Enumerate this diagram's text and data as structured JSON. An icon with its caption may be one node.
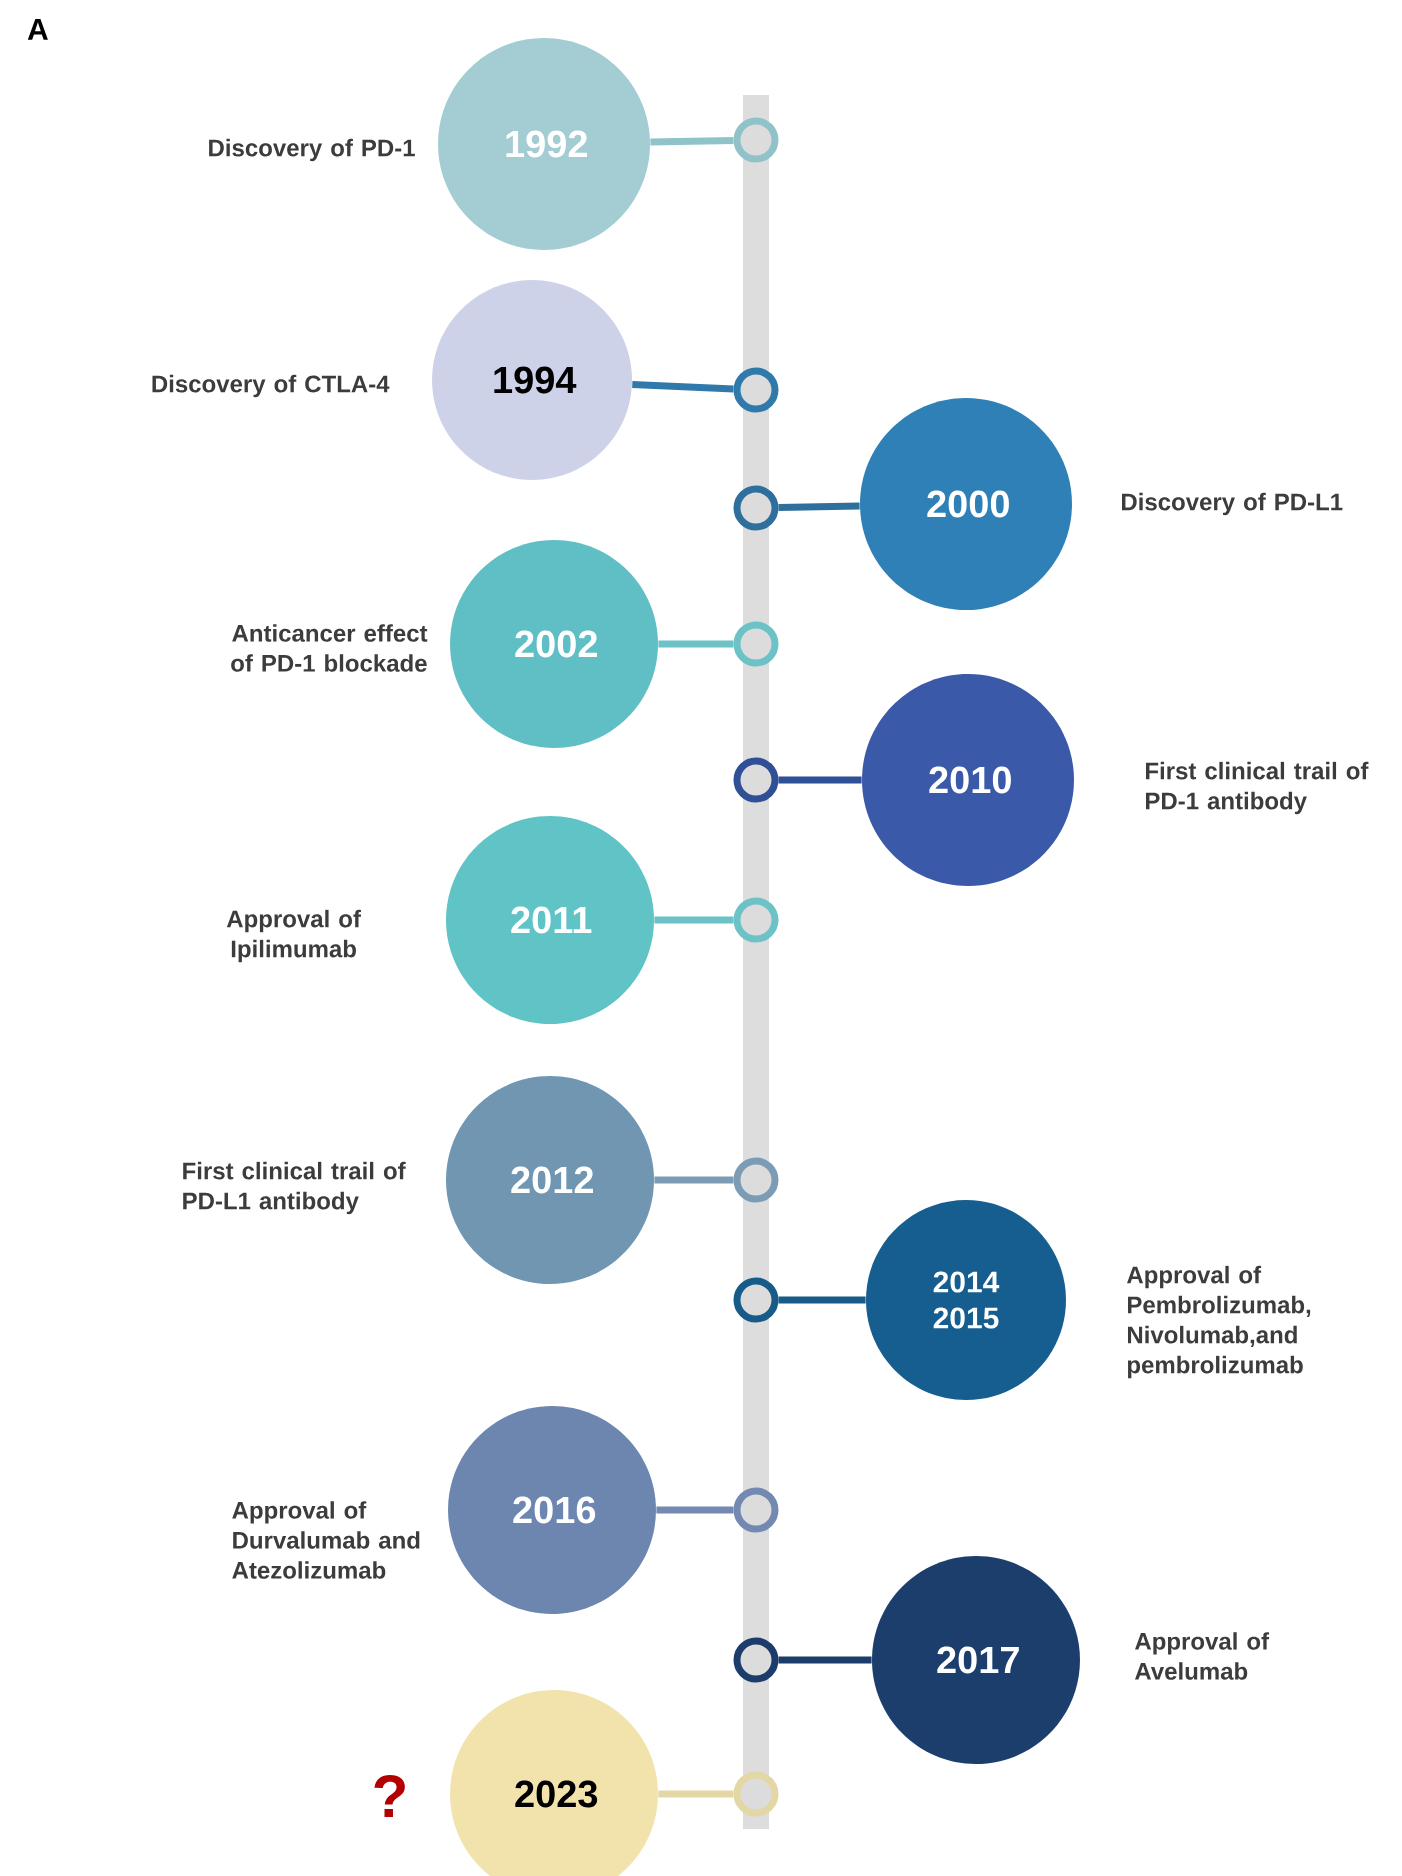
{
  "diagram": {
    "nodes": [
      {
        "text": [
          "1992"
        ],
        "beside": [
          "Discovery of PD-1"
        ]
      },
      {
        "text": [],
        "shape": "circle"
      },
      {
        "text": [
          "1994"
        ],
        "beside": [
          "Discovery of CTLA-4"
        ]
      },
      {
        "text": [],
        "shape": "circle"
      },
      {
        "text": [
          "2000"
        ],
        "beside": [
          "Discovery of PD-L1"
        ]
      },
      {
        "text": [],
        "shape": "circle"
      },
      {
        "text": [
          "2002"
        ],
        "beside": [
          "Anticancer effect of PD-1 blockade"
        ]
      },
      {
        "text": [],
        "shape": "circle"
      },
      {
        "text": [
          "2010"
        ],
        "beside": [
          "First clinical trail of PD-1 antibody"
        ]
      },
      {
        "text": [],
        "shape": "circle"
      },
      {
        "text": [
          "2011"
        ],
        "beside": [
          "Approval of Ipilimumab"
        ]
      },
      {
        "text": [],
        "shape": "circle"
      },
      {
        "text": [
          "2012"
        ],
        "beside": [
          "First clinical trail of PD-L1 antibody"
        ]
      },
      {
        "text": [],
        "shape": "circle"
      },
      {
        "text": [
          "2014 2015"
        ],
        "beside": [
          "Approval of Pembrolizumab, Nivolumab,and pembrolizumab"
        ]
      },
      {
        "text": [],
        "shape": "circle"
      },
      {
        "text": [
          "2016"
        ],
        "beside": [
          "Approval of Durvalumab and Atezolizumab"
        ]
      },
      {
        "text": [],
        "shape": "circle"
      },
      {
        "text": [
          "2017"
        ],
        "beside": [
          "Approval of Avelumab"
        ]
      },
      {
        "text": [],
        "shape": "circle"
      },
      {
        "text": [
          "2023"
        ],
        "beside": [
          "?"
        ]
      },
      {
        "text": [],
        "shape": "circle"
      },
      {
        "text": [],
        "shape": "bar"
      }
    ],
    "edges": [
      {
        "from": 0,
        "to": 1,
        "arrow": "none",
        "color": "#8fc3c9"
      },
      {
        "from": 2,
        "to": 3,
        "arrow": "none",
        "color": "#2f7aab"
      },
      {
        "from": 4,
        "to": 5,
        "arrow": "none",
        "color": "#2f6f9e"
      },
      {
        "from": 6,
        "to": 7,
        "arrow": "none",
        "color": "#6cc2c6"
      },
      {
        "from": 8,
        "to": 9,
        "arrow": "none",
        "color": "#2f4f96"
      },
      {
        "from": 10,
        "to": 11,
        "arrow": "none",
        "color": "#6cc2c6"
      },
      {
        "from": 12,
        "to": 13,
        "arrow": "none",
        "color": "#7c9cb6"
      },
      {
        "from": 14,
        "to": 15,
        "arrow": "none",
        "color": "#175b88"
      },
      {
        "from": 16,
        "to": 17,
        "arrow": "none",
        "color": "#7389b2"
      },
      {
        "from": 18,
        "to": 19,
        "arrow": "none",
        "color": "#1c3d6b"
      },
      {
        "from": 20,
        "to": 21,
        "arrow": "none",
        "color": "#e3d7a6"
      }
    ],
    "labels": [
      "A"
    ]
  }
}
